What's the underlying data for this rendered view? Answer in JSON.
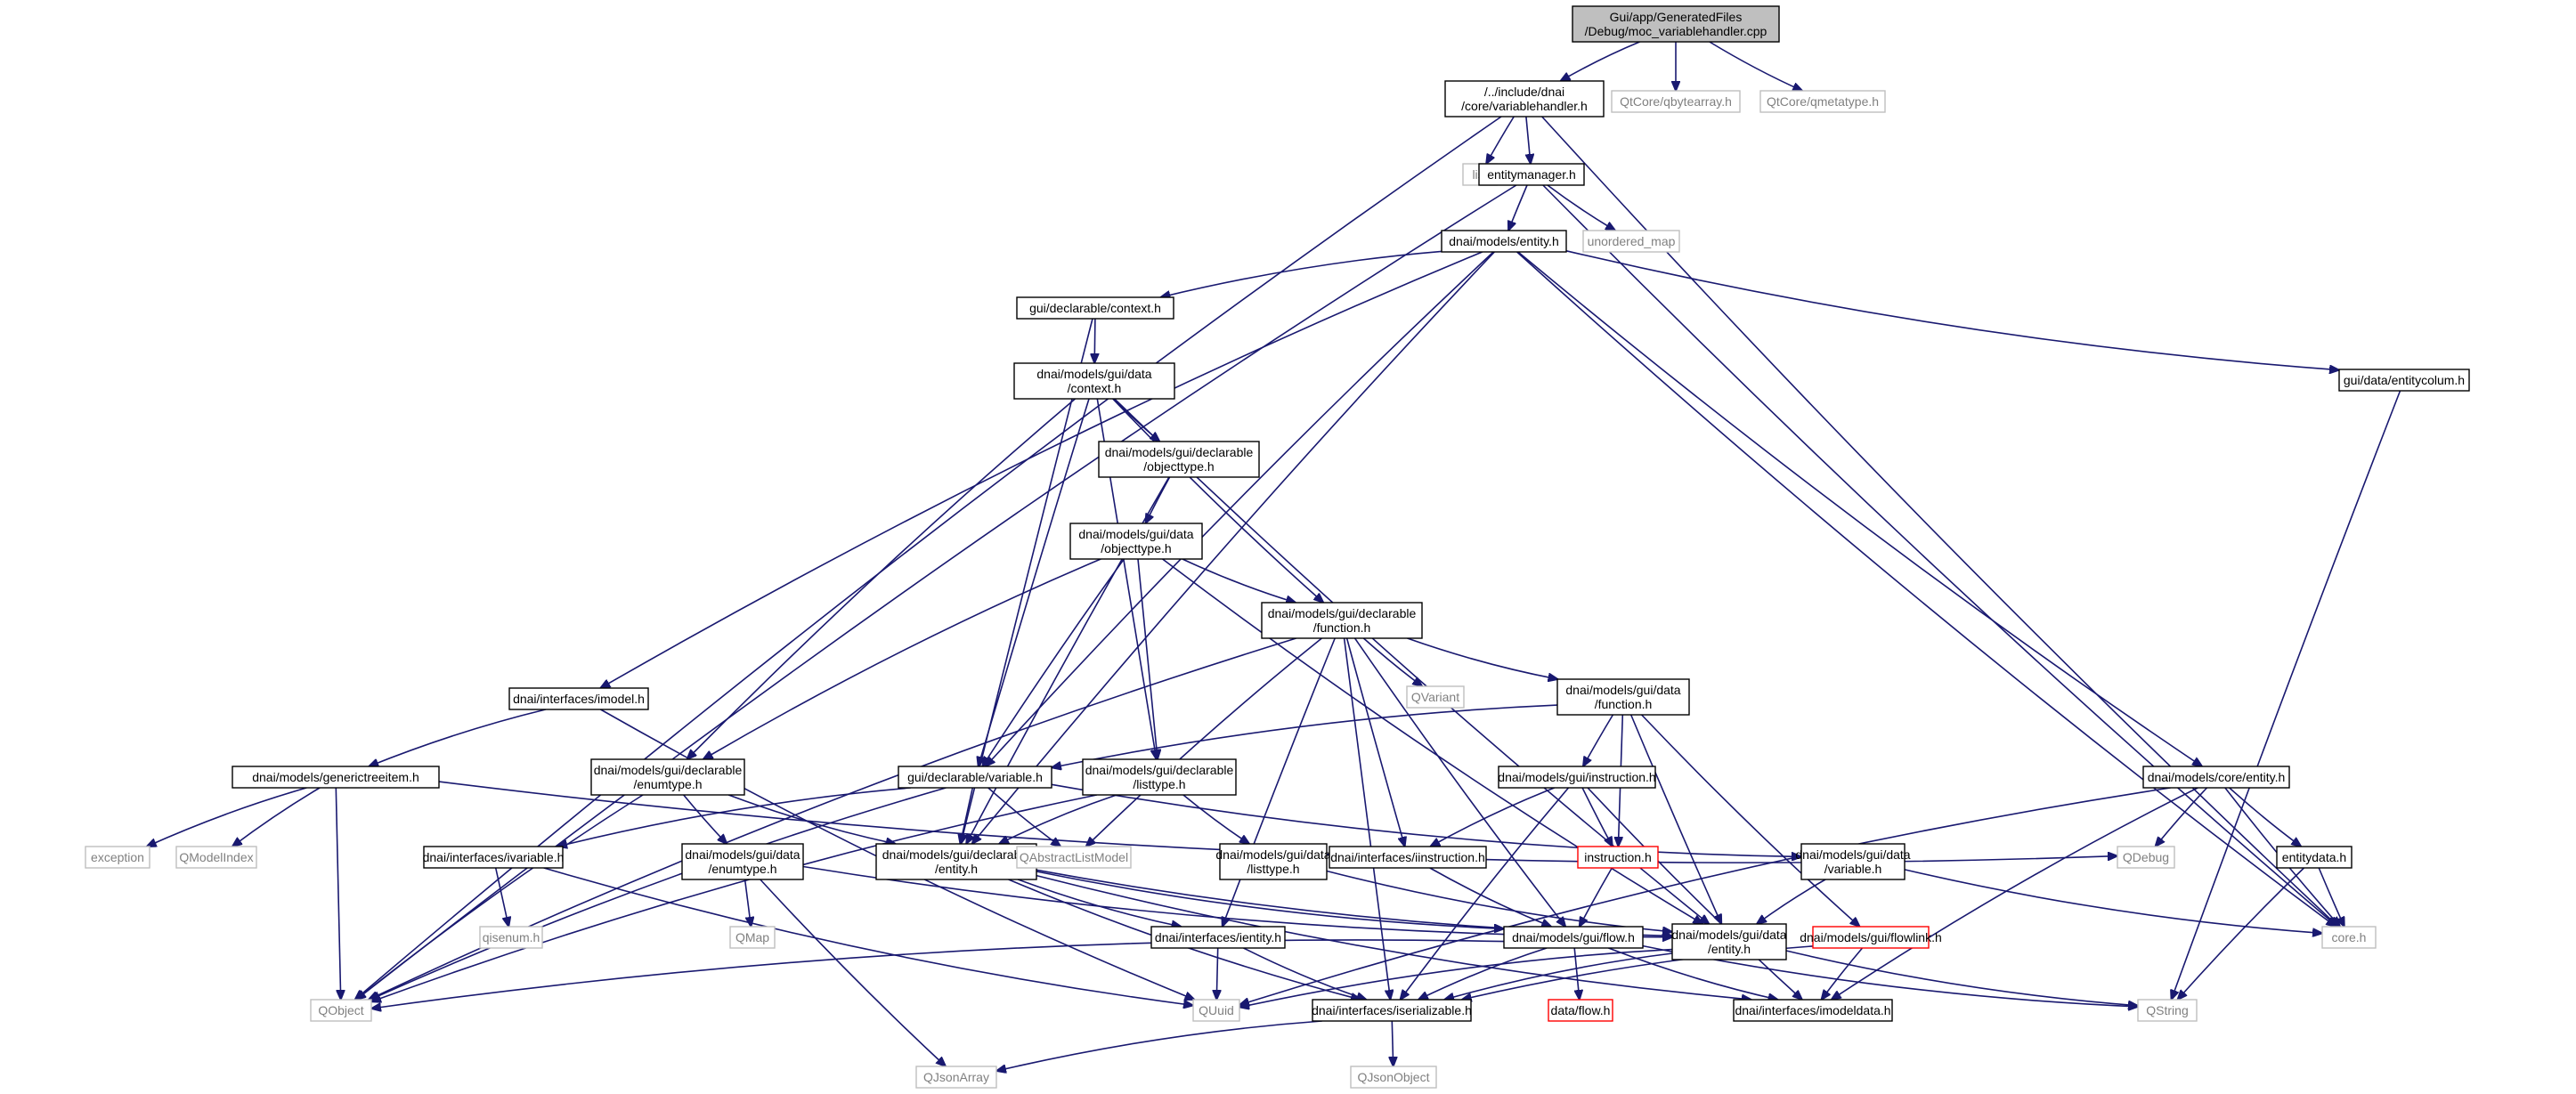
{
  "nodes": {
    "moc": {
      "lines": [
        "Gui/app/GeneratedFiles",
        "/Debug/moc_variablehandler.cpp"
      ],
      "style": "root"
    },
    "vh": {
      "lines": [
        "/../include/dnai",
        "/core/variablehandler.h"
      ],
      "style": "normal"
    },
    "qbytearray": {
      "lines": [
        "QtCore/qbytearray.h"
      ],
      "style": "gray"
    },
    "qmetatype": {
      "lines": [
        "QtCore/qmetatype.h"
      ],
      "style": "gray"
    },
    "list": {
      "lines": [
        "list"
      ],
      "style": "gray"
    },
    "em": {
      "lines": [
        "entitymanager.h"
      ],
      "style": "normal"
    },
    "umap": {
      "lines": [
        "unordered_map"
      ],
      "style": "gray"
    },
    "entity": {
      "lines": [
        "dnai/models/entity.h"
      ],
      "style": "normal"
    },
    "gctx": {
      "lines": [
        "gui/declarable/context.h"
      ],
      "style": "normal"
    },
    "gdctx": {
      "lines": [
        "dnai/models/gui/data",
        "/context.h"
      ],
      "style": "normal"
    },
    "gdeclobj": {
      "lines": [
        "dnai/models/gui/declarable",
        "/objecttype.h"
      ],
      "style": "normal"
    },
    "gdobj": {
      "lines": [
        "dnai/models/gui/data",
        "/objecttype.h"
      ],
      "style": "normal"
    },
    "gdeclfunc": {
      "lines": [
        "dnai/models/gui/declarable",
        "/function.h"
      ],
      "style": "normal"
    },
    "qvariant": {
      "lines": [
        "QVariant"
      ],
      "style": "gray"
    },
    "gdfunc": {
      "lines": [
        "dnai/models/gui/data",
        "/function.h"
      ],
      "style": "normal"
    },
    "imodel": {
      "lines": [
        "dnai/interfaces/imodel.h"
      ],
      "style": "normal"
    },
    "gti": {
      "lines": [
        "dnai/models/generictreeitem.h"
      ],
      "style": "normal"
    },
    "gdeclenum": {
      "lines": [
        "dnai/models/gui/declarable",
        "/enumtype.h"
      ],
      "style": "normal"
    },
    "gvar": {
      "lines": [
        "gui/declarable/variable.h"
      ],
      "style": "normal"
    },
    "gdecllist": {
      "lines": [
        "dnai/models/gui/declarable",
        "/listtype.h"
      ],
      "style": "normal"
    },
    "ginstr": {
      "lines": [
        "dnai/models/gui/instruction.h"
      ],
      "style": "normal"
    },
    "gentcol": {
      "lines": [
        "gui/data/entitycolum.h"
      ],
      "style": "normal"
    },
    "coreent": {
      "lines": [
        "dnai/models/core/entity.h"
      ],
      "style": "normal"
    },
    "exception": {
      "lines": [
        "exception"
      ],
      "style": "gray"
    },
    "qmodelindex": {
      "lines": [
        "QModelIndex"
      ],
      "style": "gray"
    },
    "ivar": {
      "lines": [
        "dnai/interfaces/ivariable.h"
      ],
      "style": "normal"
    },
    "gdenum": {
      "lines": [
        "dnai/models/gui/data",
        "/enumtype.h"
      ],
      "style": "normal"
    },
    "gdeclent": {
      "lines": [
        "dnai/models/gui/declarable",
        "/entity.h"
      ],
      "style": "normal"
    },
    "qalm": {
      "lines": [
        "QAbstractListModel"
      ],
      "style": "gray"
    },
    "gdlist": {
      "lines": [
        "dnai/models/gui/data",
        "/listtype.h"
      ],
      "style": "normal"
    },
    "iinstr": {
      "lines": [
        "dnai/interfaces/iinstruction.h"
      ],
      "style": "normal"
    },
    "instr": {
      "lines": [
        "instruction.h"
      ],
      "style": "red"
    },
    "gdvar": {
      "lines": [
        "dnai/models/gui/data",
        "/variable.h"
      ],
      "style": "normal"
    },
    "qdebug": {
      "lines": [
        "QDebug"
      ],
      "style": "gray"
    },
    "entdata": {
      "lines": [
        "entitydata.h"
      ],
      "style": "normal"
    },
    "qisenum": {
      "lines": [
        "qisenum.h"
      ],
      "style": "gray"
    },
    "qmap": {
      "lines": [
        "QMap"
      ],
      "style": "gray"
    },
    "ientity": {
      "lines": [
        "dnai/interfaces/ientity.h"
      ],
      "style": "normal"
    },
    "gflow": {
      "lines": [
        "dnai/models/gui/flow.h"
      ],
      "style": "normal"
    },
    "gdent": {
      "lines": [
        "dnai/models/gui/data",
        "/entity.h"
      ],
      "style": "normal"
    },
    "gflowlink": {
      "lines": [
        "dnai/models/gui/flowlink.h"
      ],
      "style": "red"
    },
    "coreh": {
      "lines": [
        "core.h"
      ],
      "style": "gray"
    },
    "qobject": {
      "lines": [
        "QObject"
      ],
      "style": "gray"
    },
    "quuid": {
      "lines": [
        "QUuid"
      ],
      "style": "gray"
    },
    "iser": {
      "lines": [
        "dnai/interfaces/iserializable.h"
      ],
      "style": "normal"
    },
    "dflow": {
      "lines": [
        "data/flow.h"
      ],
      "style": "red"
    },
    "imdata": {
      "lines": [
        "dnai/interfaces/imodeldata.h"
      ],
      "style": "normal"
    },
    "qstring": {
      "lines": [
        "QString"
      ],
      "style": "gray"
    },
    "qjsonarray": {
      "lines": [
        "QJsonArray"
      ],
      "style": "gray"
    },
    "qjsonobject": {
      "lines": [
        "QJsonObject"
      ],
      "style": "gray"
    }
  },
  "edges": [
    [
      "moc",
      "vh"
    ],
    [
      "moc",
      "qbytearray"
    ],
    [
      "moc",
      "qmetatype"
    ],
    [
      "vh",
      "list"
    ],
    [
      "vh",
      "em"
    ],
    [
      "vh",
      "qobject"
    ],
    [
      "vh",
      "coreh"
    ],
    [
      "em",
      "umap"
    ],
    [
      "em",
      "entity"
    ],
    [
      "em",
      "qobject"
    ],
    [
      "em",
      "coreh"
    ],
    [
      "entity",
      "gctx"
    ],
    [
      "entity",
      "imodel"
    ],
    [
      "entity",
      "gvar"
    ],
    [
      "entity",
      "gdeclent"
    ],
    [
      "entity",
      "coreh"
    ],
    [
      "entity",
      "gentcol"
    ],
    [
      "entity",
      "coreent"
    ],
    [
      "gctx",
      "gdctx"
    ],
    [
      "gctx",
      "gdeclent"
    ],
    [
      "gdctx",
      "gdeclobj"
    ],
    [
      "gdctx",
      "gdeclfunc"
    ],
    [
      "gdctx",
      "gdeclenum"
    ],
    [
      "gdctx",
      "gvar"
    ],
    [
      "gdctx",
      "gdecllist"
    ],
    [
      "gdctx",
      "gdent"
    ],
    [
      "gdeclobj",
      "gdobj"
    ],
    [
      "gdeclobj",
      "gdeclent"
    ],
    [
      "gdobj",
      "gdeclfunc"
    ],
    [
      "gdobj",
      "gdeclenum"
    ],
    [
      "gdobj",
      "gvar"
    ],
    [
      "gdobj",
      "gdecllist"
    ],
    [
      "gdobj",
      "gdent"
    ],
    [
      "gdeclfunc",
      "qvariant"
    ],
    [
      "gdeclfunc",
      "gdfunc"
    ],
    [
      "gdeclfunc",
      "qobject"
    ],
    [
      "gdeclfunc",
      "qalm"
    ],
    [
      "gdeclfunc",
      "iinstr"
    ],
    [
      "gdeclfunc",
      "ientity"
    ],
    [
      "gdeclfunc",
      "gflow"
    ],
    [
      "gdeclfunc",
      "iser"
    ],
    [
      "gdfunc",
      "gvar"
    ],
    [
      "gdfunc",
      "ginstr"
    ],
    [
      "gdfunc",
      "instr"
    ],
    [
      "gdfunc",
      "gdent"
    ],
    [
      "gdfunc",
      "gflowlink"
    ],
    [
      "imodel",
      "gti"
    ],
    [
      "imodel",
      "quuid"
    ],
    [
      "gti",
      "exception"
    ],
    [
      "gti",
      "qmodelindex"
    ],
    [
      "gti",
      "qobject"
    ],
    [
      "gti",
      "qdebug"
    ],
    [
      "gdeclenum",
      "gdenum"
    ],
    [
      "gdeclenum",
      "gdeclent"
    ],
    [
      "gdeclenum",
      "qobject"
    ],
    [
      "gvar",
      "ivar"
    ],
    [
      "gvar",
      "gdeclent"
    ],
    [
      "gvar",
      "qalm"
    ],
    [
      "gvar",
      "gdvar"
    ],
    [
      "gvar",
      "qobject"
    ],
    [
      "gdecllist",
      "gdlist"
    ],
    [
      "gdecllist",
      "gdeclent"
    ],
    [
      "gdecllist",
      "qobject"
    ],
    [
      "ginstr",
      "iinstr"
    ],
    [
      "ginstr",
      "instr"
    ],
    [
      "ginstr",
      "iser"
    ],
    [
      "ginstr",
      "imdata"
    ],
    [
      "coreent",
      "qdebug"
    ],
    [
      "coreent",
      "entdata"
    ],
    [
      "coreent",
      "coreh"
    ],
    [
      "coreent",
      "imdata"
    ],
    [
      "coreent",
      "quuid"
    ],
    [
      "gentcol",
      "qstring"
    ],
    [
      "ivar",
      "qisenum"
    ],
    [
      "ivar",
      "quuid"
    ],
    [
      "gdenum",
      "qmap"
    ],
    [
      "gdenum",
      "qjsonarray"
    ],
    [
      "gdenum",
      "gdent"
    ],
    [
      "gdeclent",
      "ientity"
    ],
    [
      "gdeclent",
      "iser"
    ],
    [
      "gdeclent",
      "gdent"
    ],
    [
      "gdeclent",
      "imdata"
    ],
    [
      "gdeclent",
      "gflow"
    ],
    [
      "gdlist",
      "gdent"
    ],
    [
      "iinstr",
      "gflow"
    ],
    [
      "instr",
      "gflow"
    ],
    [
      "gdvar",
      "gdent"
    ],
    [
      "gdvar",
      "coreh"
    ],
    [
      "entdata",
      "coreh"
    ],
    [
      "entdata",
      "qstring"
    ],
    [
      "ientity",
      "quuid"
    ],
    [
      "ientity",
      "iser"
    ],
    [
      "gflow",
      "qobject"
    ],
    [
      "gflow",
      "iser"
    ],
    [
      "gflow",
      "dflow"
    ],
    [
      "gflow",
      "imdata"
    ],
    [
      "gflow",
      "qstring"
    ],
    [
      "gdent",
      "iser"
    ],
    [
      "gdent",
      "quuid"
    ],
    [
      "gdent",
      "qstring"
    ],
    [
      "gflowlink",
      "iser"
    ],
    [
      "gflowlink",
      "imdata"
    ],
    [
      "iser",
      "qjsonarray"
    ],
    [
      "iser",
      "qjsonobject"
    ]
  ]
}
